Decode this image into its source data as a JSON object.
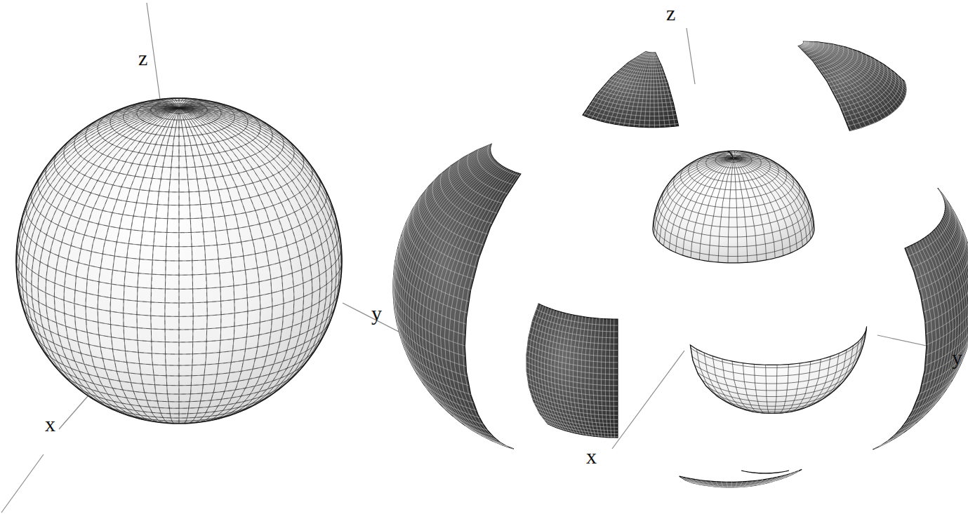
{
  "diagram": {
    "labels": [
      "z",
      "y",
      "x",
      "z",
      "x",
      "y"
    ]
  }
}
